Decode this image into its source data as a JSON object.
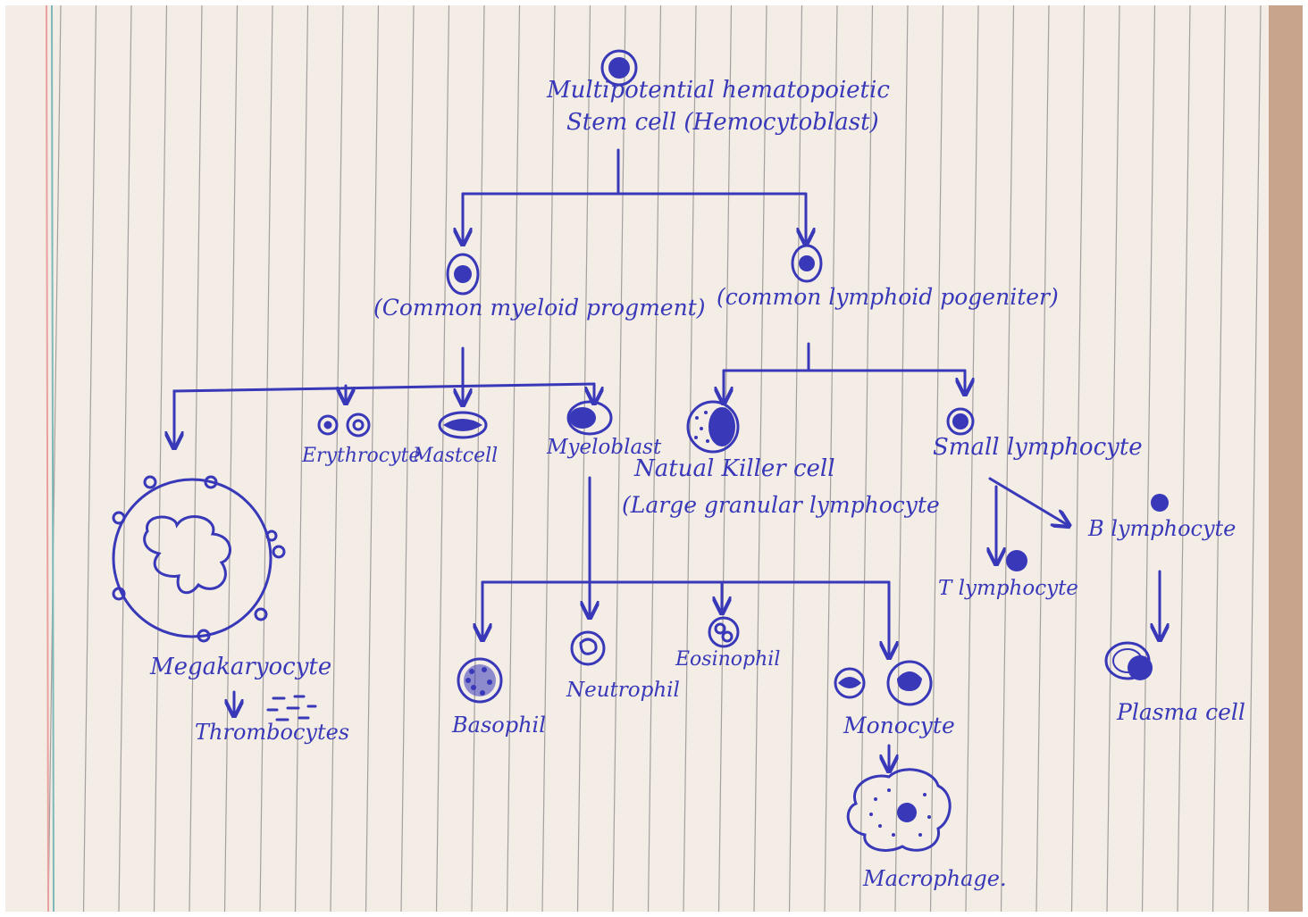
{
  "colors": {
    "ink": "#3838b8",
    "paper": "#f3ede6",
    "rule": "#8a8785",
    "margin_red": "#e8a0a0",
    "margin_teal": "#7fb8b8"
  },
  "diagram": {
    "stem_cell": {
      "line1": "Multipotential hematopoietic",
      "line2": "Stem cell (Hemocytoblast)"
    },
    "myeloid_progenitor": "(Common myeloid progment)",
    "lymphoid_progenitor": "(common lymphoid pogeniter)",
    "megakaryocyte": "Megakaryocyte",
    "thrombocytes": "Thrombocytes",
    "erythrocyte": "Erythrocyte",
    "mast_cell": "Mastcell",
    "myeloblast": "Myeloblast",
    "nk_cell": {
      "line1": "Natual Killer cell",
      "line2": "(Large granular lymphocyte"
    },
    "small_lymphocyte": "Small lymphocyte",
    "b_lymphocyte": "B lymphocyte",
    "t_lymphocyte": "T lymphocyte",
    "plasma_cell": "Plasma cell",
    "basophil": "Basophil",
    "neutrophil": "Neutrophil",
    "eosinophil": "Eosinophil",
    "monocyte": "Monocyte",
    "macrophage": "Macrophage."
  }
}
